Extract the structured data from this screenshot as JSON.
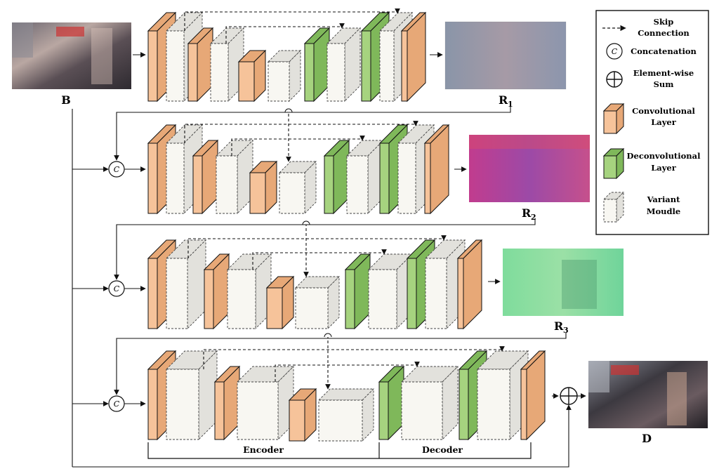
{
  "labels": {
    "input": "B",
    "r1_main": "R",
    "r1_sub": "1",
    "r2_main": "R",
    "r2_sub": "2",
    "r3_main": "R",
    "r3_sub": "3",
    "output": "D",
    "concat_symbol": "C",
    "encoder": "Encoder",
    "decoder": "Decoder"
  },
  "legend": {
    "skip_line1": "Skip",
    "skip_line2": "Connection",
    "concat": "Concatenation",
    "sum_line1": "Element-wise",
    "sum_line2": "Sum",
    "conv_line1": "Convolutional",
    "conv_line2": "Layer",
    "deconv_line1": "Deconvolutional",
    "deconv_line2": "Layer",
    "variant_line1": "Variant",
    "variant_line2": "Moudle"
  },
  "colors": {
    "conv": "#f6c39a",
    "conv_side": "#e7a877",
    "deconv": "#a6d37f",
    "deconv_side": "#7fb85a",
    "variant_front": "#f8f7f2",
    "variant_side": "#e2e1dc"
  }
}
